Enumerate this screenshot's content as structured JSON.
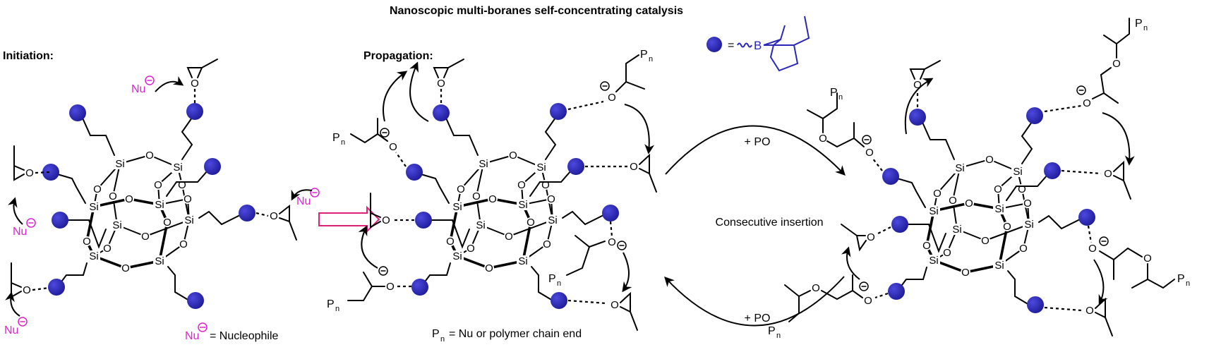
{
  "title": "Nanoscopic multi-boranes self-concentrating catalysis",
  "sections": {
    "initiation": "Initiation:",
    "propagation": "Propagation:"
  },
  "atoms": {
    "si": "Si",
    "o": "O",
    "b": "B",
    "p": "P",
    "n": "n",
    "nu": "Nu"
  },
  "legend": {
    "bead_equals": "=",
    "nucleophile_eq": "= Nucleophile",
    "pn_eq": "= Nu or polymer chain end"
  },
  "cycle": {
    "top_label": "+ PO",
    "bottom_label": "+ PO",
    "center_label": "Consecutive insertion"
  },
  "colors": {
    "bead": "#2a27b8",
    "nucleophile": "#e020d0",
    "transition_arrow": "#e0207a"
  },
  "panels": [
    {
      "id": "initiation",
      "label": "Initiation state: 8-arm silsesquioxane cage with borane beads, epoxides coordinated, Nu attacks"
    },
    {
      "id": "propagation",
      "label": "Propagation state: alkoxide chain ends attack coordinated epoxides"
    },
    {
      "id": "insertion",
      "label": "After consecutive insertion: extended polyether chains"
    }
  ]
}
